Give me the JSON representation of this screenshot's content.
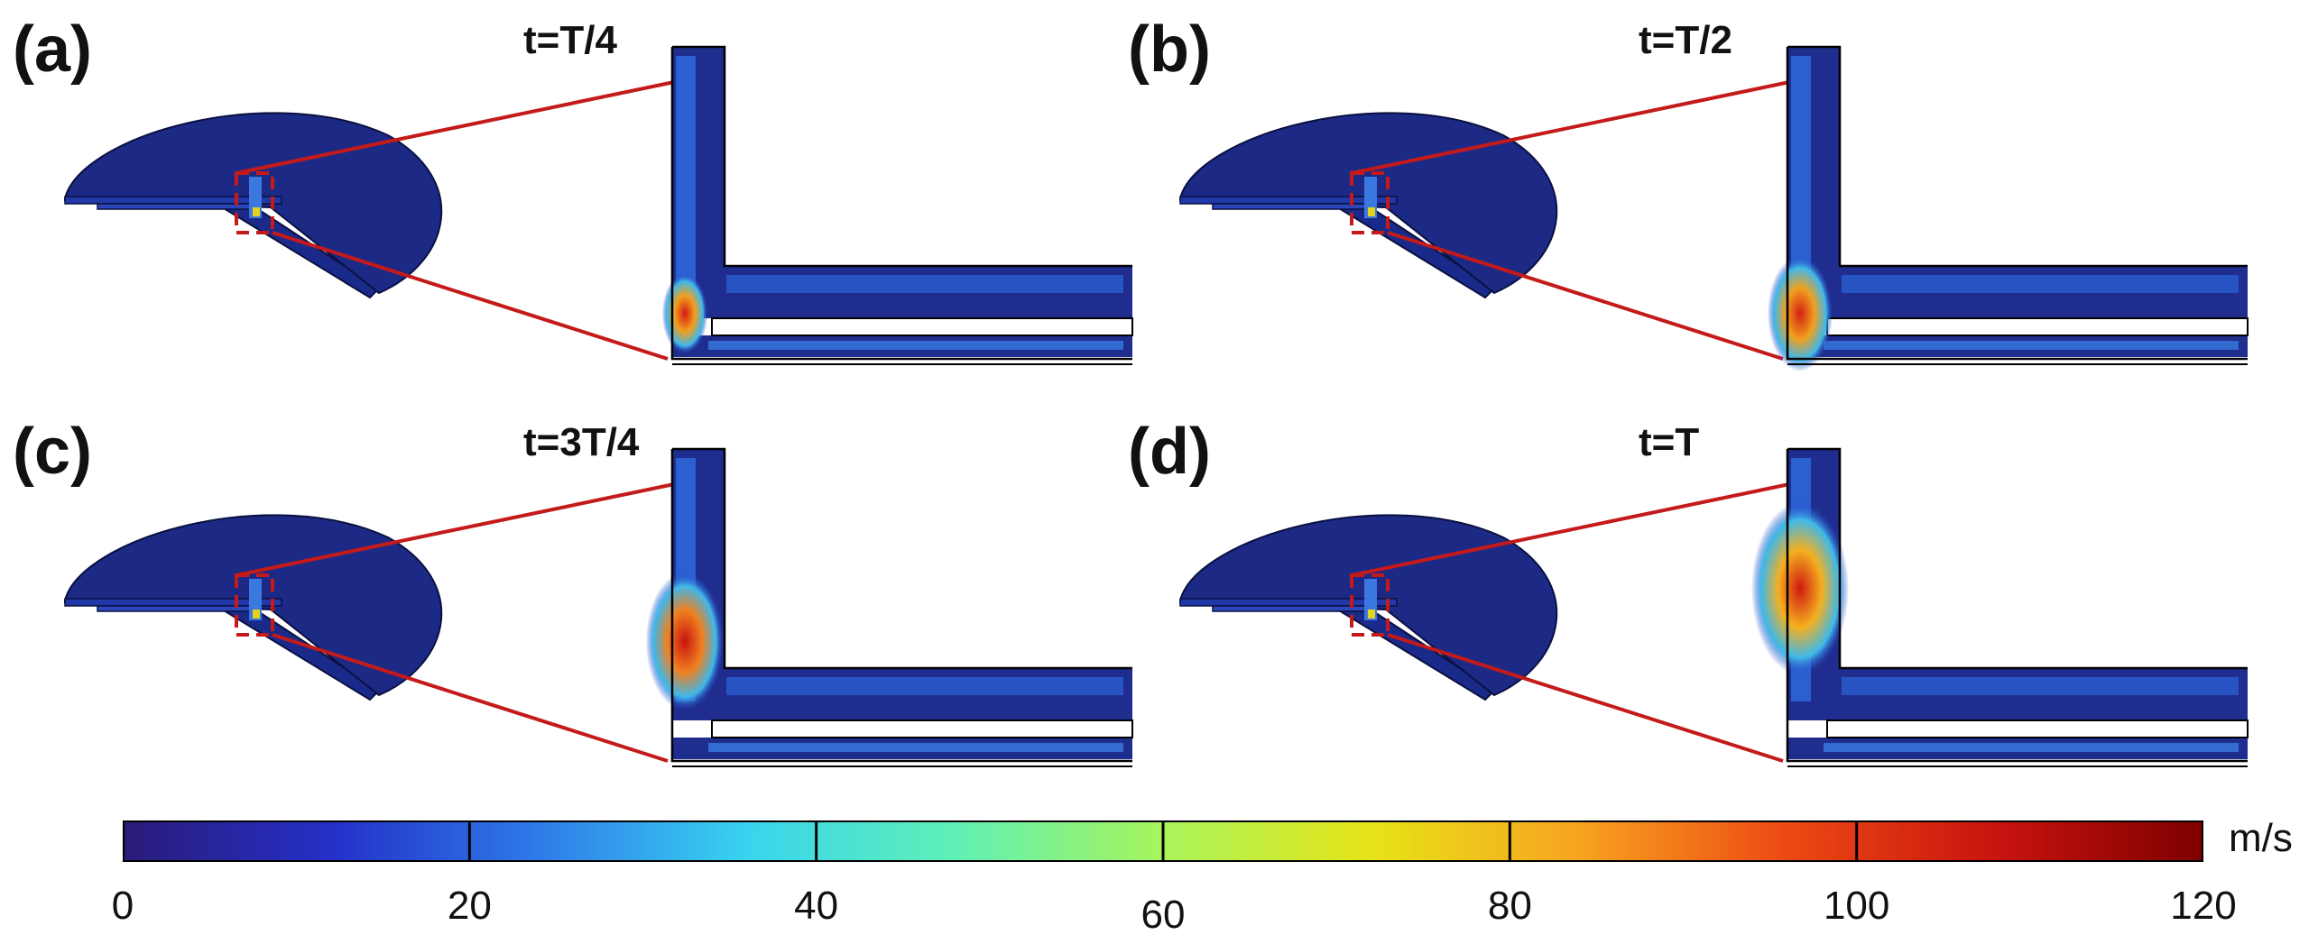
{
  "panels": [
    {
      "id": "a",
      "label": "(a)",
      "time": "t=T/4"
    },
    {
      "id": "b",
      "label": "(b)",
      "time": "t=T/2"
    },
    {
      "id": "c",
      "label": "(c)",
      "time": "t=3T/4"
    },
    {
      "id": "d",
      "label": "(d)",
      "time": "t=T"
    }
  ],
  "colorbar": {
    "unit": "m/s",
    "ticks": [
      "0",
      "20",
      "40",
      "60",
      "80",
      "100",
      "120"
    ],
    "min": 0,
    "max": 120,
    "colors": [
      "#2a1b78",
      "#2430c8",
      "#2f7be9",
      "#39d4ee",
      "#5ff0b6",
      "#a8f45c",
      "#e7e417",
      "#f7a320",
      "#ec4a13",
      "#c9140f",
      "#7e0000"
    ]
  }
}
